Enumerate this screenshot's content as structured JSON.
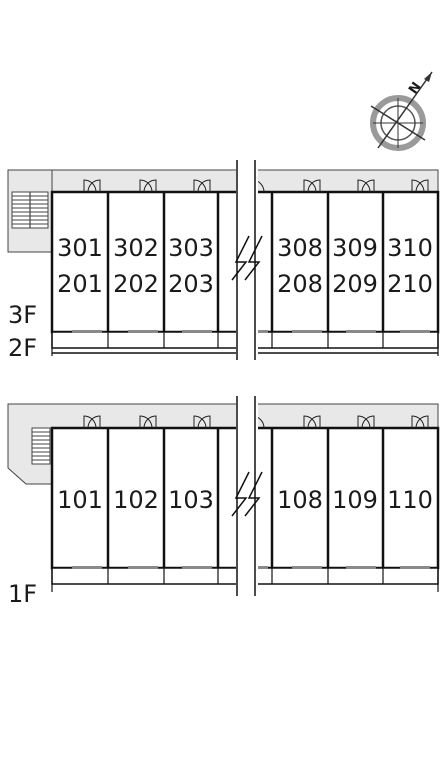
{
  "compass": {
    "label": "N"
  },
  "upper_block": {
    "floor_labels": [
      "3F",
      "2F"
    ],
    "units": [
      {
        "upper": "301",
        "lower": "201"
      },
      {
        "upper": "302",
        "lower": "202"
      },
      {
        "upper": "303",
        "lower": "203"
      },
      {
        "upper": "308",
        "lower": "208"
      },
      {
        "upper": "309",
        "lower": "209"
      },
      {
        "upper": "310",
        "lower": "210"
      }
    ]
  },
  "lower_block": {
    "floor_label": "1F",
    "units": [
      "101",
      "102",
      "103",
      "108",
      "109",
      "110"
    ]
  }
}
